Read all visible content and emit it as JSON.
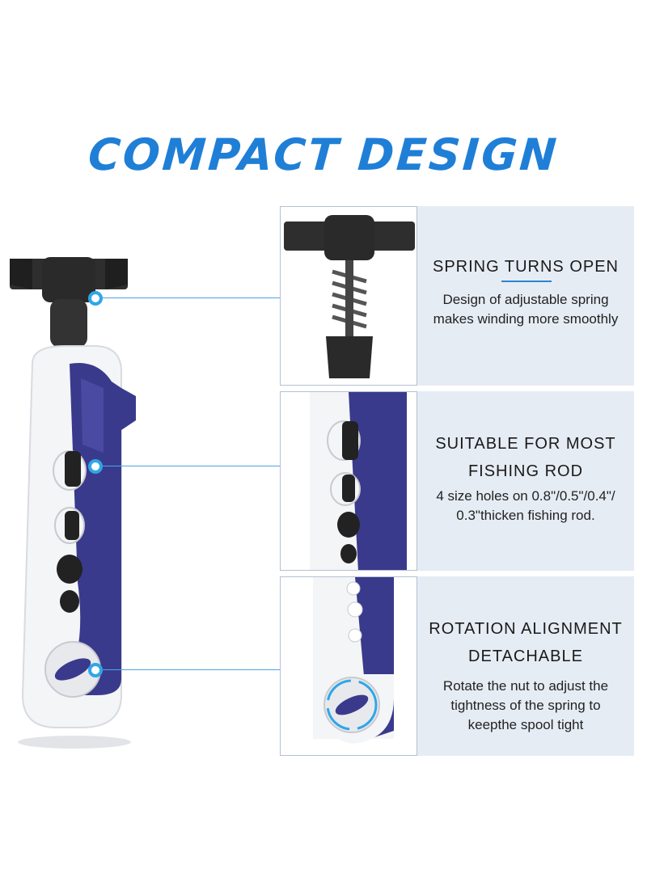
{
  "headline": "COMPACT DESIGN",
  "colors": {
    "headline_blue": "#1f7fd6",
    "accent_blue": "#2fa6e8",
    "panel_bg": "#e6ecf4",
    "product_purple": "#3a3a8c",
    "product_white": "#f4f5f7",
    "knob_black": "#2a2a2a"
  },
  "features": [
    {
      "title": "SPRING TURNS OPEN",
      "description": "Design of adjustable spring\nmakes winding more smoothly"
    },
    {
      "title_line1": "SUITABLE FOR MOST",
      "title_line2": "FISHING ROD",
      "description": "4 size holes on 0.8\"/0.5\"/0.4\"/\n0.3\"thicken fishing rod."
    },
    {
      "title_line1": "ROTATION ALIGNMENT",
      "title_line2": "DETACHABLE",
      "description": "Rotate the nut to adjust the\ntightness of the spring to\nkeepthe spool tight"
    }
  ],
  "icons": {
    "spring": "spring-icon",
    "rod_holes": "rod-holes-icon",
    "rotation": "rotation-arrows-icon"
  }
}
